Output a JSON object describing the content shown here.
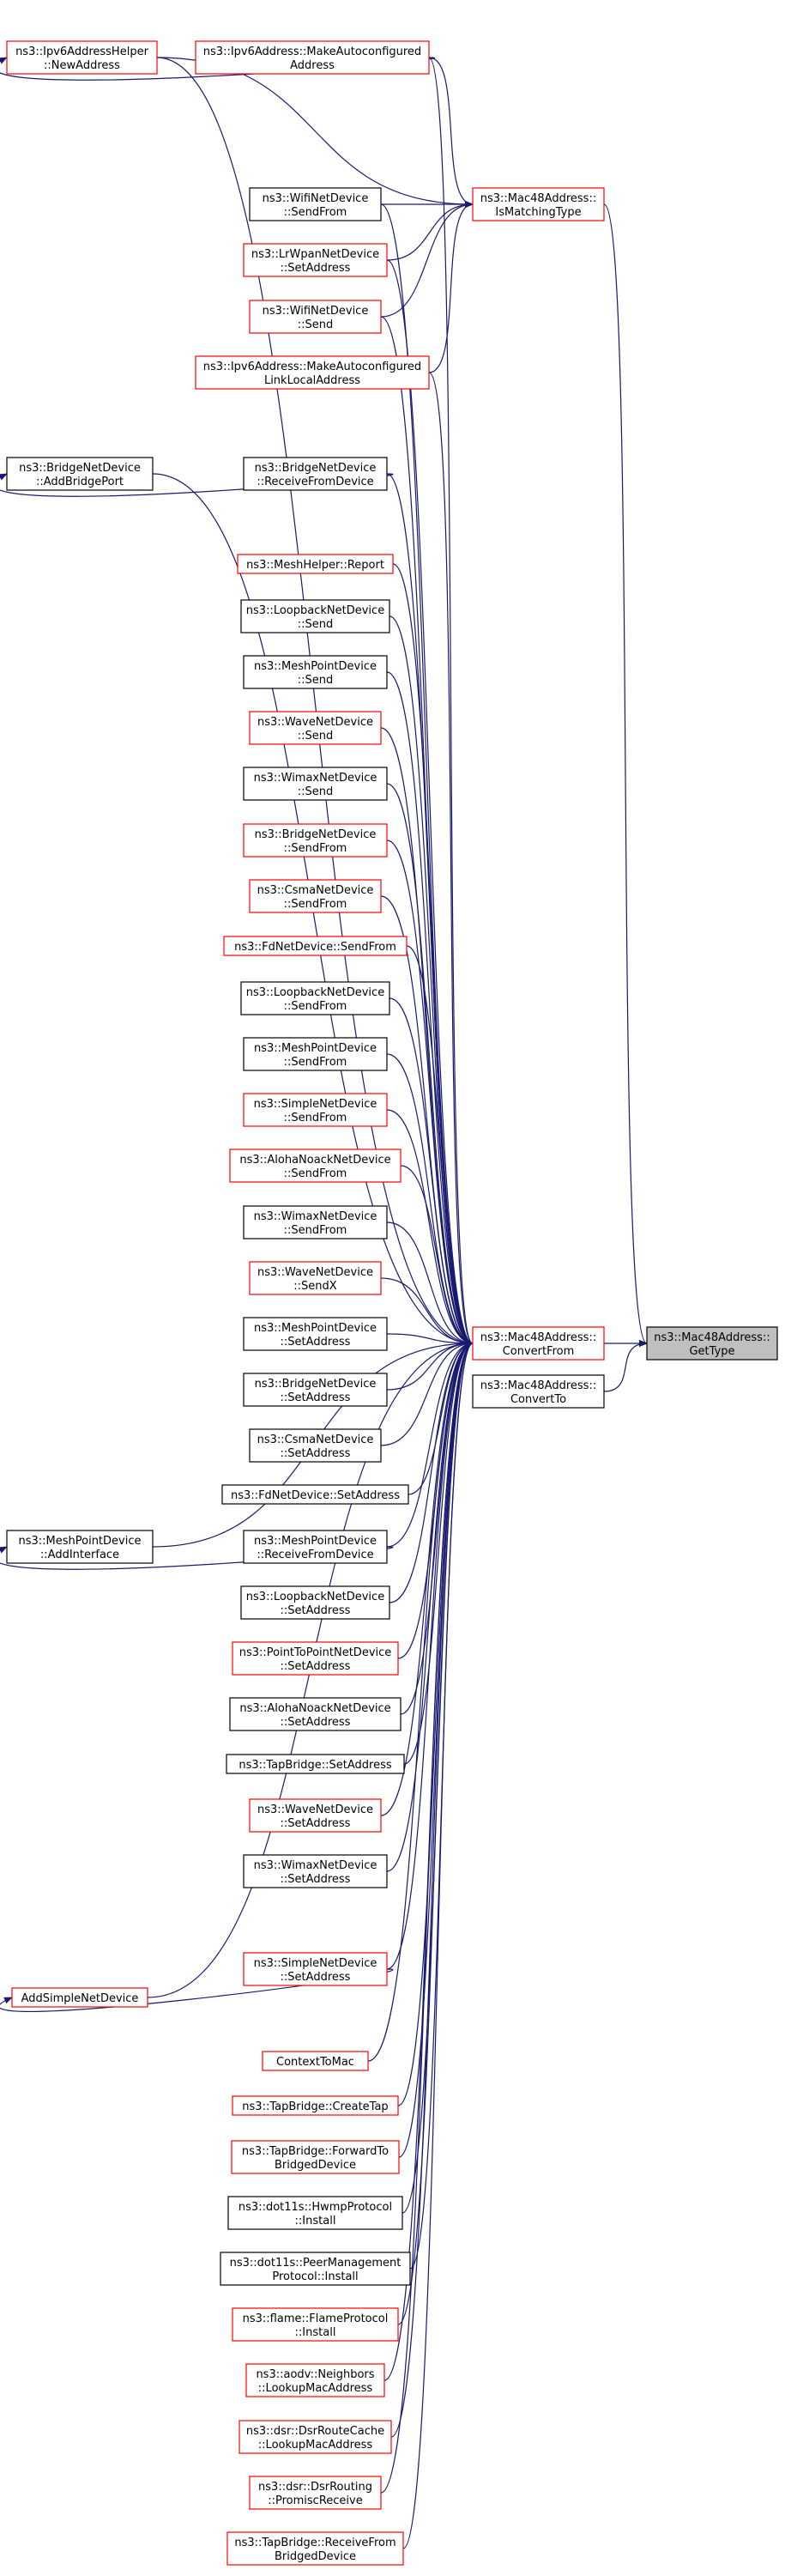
{
  "colors": {
    "edge": "#191970",
    "red_border": "#ff0000",
    "black_border": "#000000",
    "focus_fill": "#bfbfbf",
    "node_fill": "#ffffff"
  },
  "nodes": [
    {
      "id": "getType",
      "lines": [
        "ns3::Mac48Address::",
        "GetType"
      ],
      "border": "black",
      "focus": true
    },
    {
      "id": "isMatching",
      "lines": [
        "ns3::Mac48Address::",
        "IsMatchingType"
      ],
      "border": "red"
    },
    {
      "id": "convertFrom",
      "lines": [
        "ns3::Mac48Address::",
        "ConvertFrom"
      ],
      "border": "red"
    },
    {
      "id": "convertTo",
      "lines": [
        "ns3::Mac48Address::",
        "ConvertTo"
      ],
      "border": "black"
    },
    {
      "id": "ipv6NewAddr",
      "lines": [
        "ns3::Ipv6AddressHelper",
        "::NewAddress"
      ],
      "border": "red"
    },
    {
      "id": "ipv6MakeAuto",
      "lines": [
        "ns3::Ipv6Address::MakeAutoconfigured",
        "Address"
      ],
      "border": "red"
    },
    {
      "id": "wifiSendFrom",
      "lines": [
        "ns3::WifiNetDevice",
        "::SendFrom"
      ],
      "border": "black"
    },
    {
      "id": "lrwpanSetAddr",
      "lines": [
        "ns3::LrWpanNetDevice",
        "::SetAddress"
      ],
      "border": "red"
    },
    {
      "id": "wifiSend",
      "lines": [
        "ns3::WifiNetDevice",
        "::Send"
      ],
      "border": "red"
    },
    {
      "id": "ipv6MakeLink",
      "lines": [
        "ns3::Ipv6Address::MakeAutoconfigured",
        "LinkLocalAddress"
      ],
      "border": "red"
    },
    {
      "id": "bridgeAddPort",
      "lines": [
        "ns3::BridgeNetDevice",
        "::AddBridgePort"
      ],
      "border": "black"
    },
    {
      "id": "bridgeRecv",
      "lines": [
        "ns3::BridgeNetDevice",
        "::ReceiveFromDevice"
      ],
      "border": "black"
    },
    {
      "id": "meshReport",
      "lines": [
        "ns3::MeshHelper::Report"
      ],
      "border": "red"
    },
    {
      "id": "loopSend",
      "lines": [
        "ns3::LoopbackNetDevice",
        "::Send"
      ],
      "border": "black"
    },
    {
      "id": "meshPtSend",
      "lines": [
        "ns3::MeshPointDevice",
        "::Send"
      ],
      "border": "black"
    },
    {
      "id": "waveSend",
      "lines": [
        "ns3::WaveNetDevice",
        "::Send"
      ],
      "border": "red"
    },
    {
      "id": "wimaxSend",
      "lines": [
        "ns3::WimaxNetDevice",
        "::Send"
      ],
      "border": "black"
    },
    {
      "id": "bridgeSendFrom",
      "lines": [
        "ns3::BridgeNetDevice",
        "::SendFrom"
      ],
      "border": "red"
    },
    {
      "id": "csmaSendFrom",
      "lines": [
        "ns3::CsmaNetDevice",
        "::SendFrom"
      ],
      "border": "red"
    },
    {
      "id": "fdSendFrom",
      "lines": [
        "ns3::FdNetDevice::SendFrom"
      ],
      "border": "red"
    },
    {
      "id": "loopSendFrom",
      "lines": [
        "ns3::LoopbackNetDevice",
        "::SendFrom"
      ],
      "border": "black"
    },
    {
      "id": "meshPtSendFrom",
      "lines": [
        "ns3::MeshPointDevice",
        "::SendFrom"
      ],
      "border": "black"
    },
    {
      "id": "simpleSendFrom",
      "lines": [
        "ns3::SimpleNetDevice",
        "::SendFrom"
      ],
      "border": "red"
    },
    {
      "id": "alohaSendFrom",
      "lines": [
        "ns3::AlohaNoackNetDevice",
        "::SendFrom"
      ],
      "border": "red"
    },
    {
      "id": "wimaxSendFrom",
      "lines": [
        "ns3::WimaxNetDevice",
        "::SendFrom"
      ],
      "border": "black"
    },
    {
      "id": "waveSendX",
      "lines": [
        "ns3::WaveNetDevice",
        "::SendX"
      ],
      "border": "red"
    },
    {
      "id": "meshPtSetAddr",
      "lines": [
        "ns3::MeshPointDevice",
        "::SetAddress"
      ],
      "border": "black"
    },
    {
      "id": "bridgeSetAddr",
      "lines": [
        "ns3::BridgeNetDevice",
        "::SetAddress"
      ],
      "border": "black"
    },
    {
      "id": "csmaSetAddr",
      "lines": [
        "ns3::CsmaNetDevice",
        "::SetAddress"
      ],
      "border": "black"
    },
    {
      "id": "fdSetAddr",
      "lines": [
        "ns3::FdNetDevice::SetAddress"
      ],
      "border": "black"
    },
    {
      "id": "meshAddIf",
      "lines": [
        "ns3::MeshPointDevice",
        "::AddInterface"
      ],
      "border": "black"
    },
    {
      "id": "meshPtRecv",
      "lines": [
        "ns3::MeshPointDevice",
        "::ReceiveFromDevice"
      ],
      "border": "black"
    },
    {
      "id": "loopSetAddr",
      "lines": [
        "ns3::LoopbackNetDevice",
        "::SetAddress"
      ],
      "border": "black"
    },
    {
      "id": "p2pSetAddr",
      "lines": [
        "ns3::PointToPointNetDevice",
        "::SetAddress"
      ],
      "border": "red"
    },
    {
      "id": "alohaSetAddr",
      "lines": [
        "ns3::AlohaNoackNetDevice",
        "::SetAddress"
      ],
      "border": "black"
    },
    {
      "id": "tapSetAddr",
      "lines": [
        "ns3::TapBridge::SetAddress"
      ],
      "border": "black"
    },
    {
      "id": "waveSetAddr",
      "lines": [
        "ns3::WaveNetDevice",
        "::SetAddress"
      ],
      "border": "red"
    },
    {
      "id": "wimaxSetAddr",
      "lines": [
        "ns3::WimaxNetDevice",
        "::SetAddress"
      ],
      "border": "black"
    },
    {
      "id": "addSimple",
      "lines": [
        "AddSimpleNetDevice"
      ],
      "border": "red"
    },
    {
      "id": "simpleSetAddr",
      "lines": [
        "ns3::SimpleNetDevice",
        "::SetAddress"
      ],
      "border": "red"
    },
    {
      "id": "contextToMac",
      "lines": [
        "ContextToMac"
      ],
      "border": "red"
    },
    {
      "id": "tapCreate",
      "lines": [
        "ns3::TapBridge::CreateTap"
      ],
      "border": "red"
    },
    {
      "id": "tapForward",
      "lines": [
        "ns3::TapBridge::ForwardTo",
        "BridgedDevice"
      ],
      "border": "red"
    },
    {
      "id": "hwmpInstall",
      "lines": [
        "ns3::dot11s::HwmpProtocol",
        "::Install"
      ],
      "border": "black"
    },
    {
      "id": "peerInstall",
      "lines": [
        "ns3::dot11s::PeerManagement",
        "Protocol::Install"
      ],
      "border": "black"
    },
    {
      "id": "flameInstall",
      "lines": [
        "ns3::flame::FlameProtocol",
        "::Install"
      ],
      "border": "red"
    },
    {
      "id": "aodvLookup",
      "lines": [
        "ns3::aodv::Neighbors",
        "::LookupMacAddress"
      ],
      "border": "red"
    },
    {
      "id": "dsrCacheLookup",
      "lines": [
        "ns3::dsr::DsrRouteCache",
        "::LookupMacAddress"
      ],
      "border": "red"
    },
    {
      "id": "dsrPromisc",
      "lines": [
        "ns3::dsr::DsrRouting",
        "::PromiscReceive"
      ],
      "border": "red"
    },
    {
      "id": "tapRecvBridged",
      "lines": [
        "ns3::TapBridge::ReceiveFrom",
        "BridgedDevice"
      ],
      "border": "red"
    }
  ],
  "edges": [
    [
      "isMatching",
      "getType"
    ],
    [
      "convertFrom",
      "getType"
    ],
    [
      "convertTo",
      "getType"
    ],
    [
      "ipv6NewAddr",
      "isMatching"
    ],
    [
      "ipv6MakeAuto",
      "isMatching"
    ],
    [
      "wifiSendFrom",
      "isMatching"
    ],
    [
      "lrwpanSetAddr",
      "isMatching"
    ],
    [
      "wifiSend",
      "isMatching"
    ],
    [
      "ipv6MakeLink",
      "isMatching"
    ],
    [
      "ipv6MakeAuto",
      "ipv6NewAddr"
    ],
    [
      "bridgeRecv",
      "bridgeAddPort"
    ],
    [
      "meshPtRecv",
      "meshAddIf"
    ],
    [
      "simpleSetAddr",
      "addSimple"
    ],
    [
      "ipv6NewAddr",
      "convertFrom"
    ],
    [
      "ipv6MakeAuto",
      "convertFrom"
    ],
    [
      "bridgeAddPort",
      "convertFrom"
    ],
    [
      "meshAddIf",
      "convertFrom"
    ],
    [
      "addSimple",
      "convertFrom"
    ],
    [
      "wifiSendFrom",
      "convertFrom"
    ],
    [
      "lrwpanSetAddr",
      "convertFrom"
    ],
    [
      "wifiSend",
      "convertFrom"
    ],
    [
      "ipv6MakeLink",
      "convertFrom"
    ],
    [
      "bridgeRecv",
      "convertFrom"
    ],
    [
      "meshReport",
      "convertFrom"
    ],
    [
      "loopSend",
      "convertFrom"
    ],
    [
      "meshPtSend",
      "convertFrom"
    ],
    [
      "waveSend",
      "convertFrom"
    ],
    [
      "wimaxSend",
      "convertFrom"
    ],
    [
      "bridgeSendFrom",
      "convertFrom"
    ],
    [
      "csmaSendFrom",
      "convertFrom"
    ],
    [
      "fdSendFrom",
      "convertFrom"
    ],
    [
      "loopSendFrom",
      "convertFrom"
    ],
    [
      "meshPtSendFrom",
      "convertFrom"
    ],
    [
      "simpleSendFrom",
      "convertFrom"
    ],
    [
      "alohaSendFrom",
      "convertFrom"
    ],
    [
      "wimaxSendFrom",
      "convertFrom"
    ],
    [
      "waveSendX",
      "convertFrom"
    ],
    [
      "meshPtSetAddr",
      "convertFrom"
    ],
    [
      "bridgeSetAddr",
      "convertFrom"
    ],
    [
      "csmaSetAddr",
      "convertFrom"
    ],
    [
      "fdSetAddr",
      "convertFrom"
    ],
    [
      "meshPtRecv",
      "convertFrom"
    ],
    [
      "loopSetAddr",
      "convertFrom"
    ],
    [
      "p2pSetAddr",
      "convertFrom"
    ],
    [
      "alohaSetAddr",
      "convertFrom"
    ],
    [
      "tapSetAddr",
      "convertFrom"
    ],
    [
      "waveSetAddr",
      "convertFrom"
    ],
    [
      "wimaxSetAddr",
      "convertFrom"
    ],
    [
      "simpleSetAddr",
      "convertFrom"
    ],
    [
      "contextToMac",
      "convertFrom"
    ],
    [
      "tapCreate",
      "convertFrom"
    ],
    [
      "tapForward",
      "convertFrom"
    ],
    [
      "hwmpInstall",
      "convertFrom"
    ],
    [
      "peerInstall",
      "convertFrom"
    ],
    [
      "flameInstall",
      "convertFrom"
    ],
    [
      "aodvLookup",
      "convertFrom"
    ],
    [
      "dsrCacheLookup",
      "convertFrom"
    ],
    [
      "dsrPromisc",
      "convertFrom"
    ],
    [
      "tapRecvBridged",
      "convertFrom"
    ]
  ]
}
